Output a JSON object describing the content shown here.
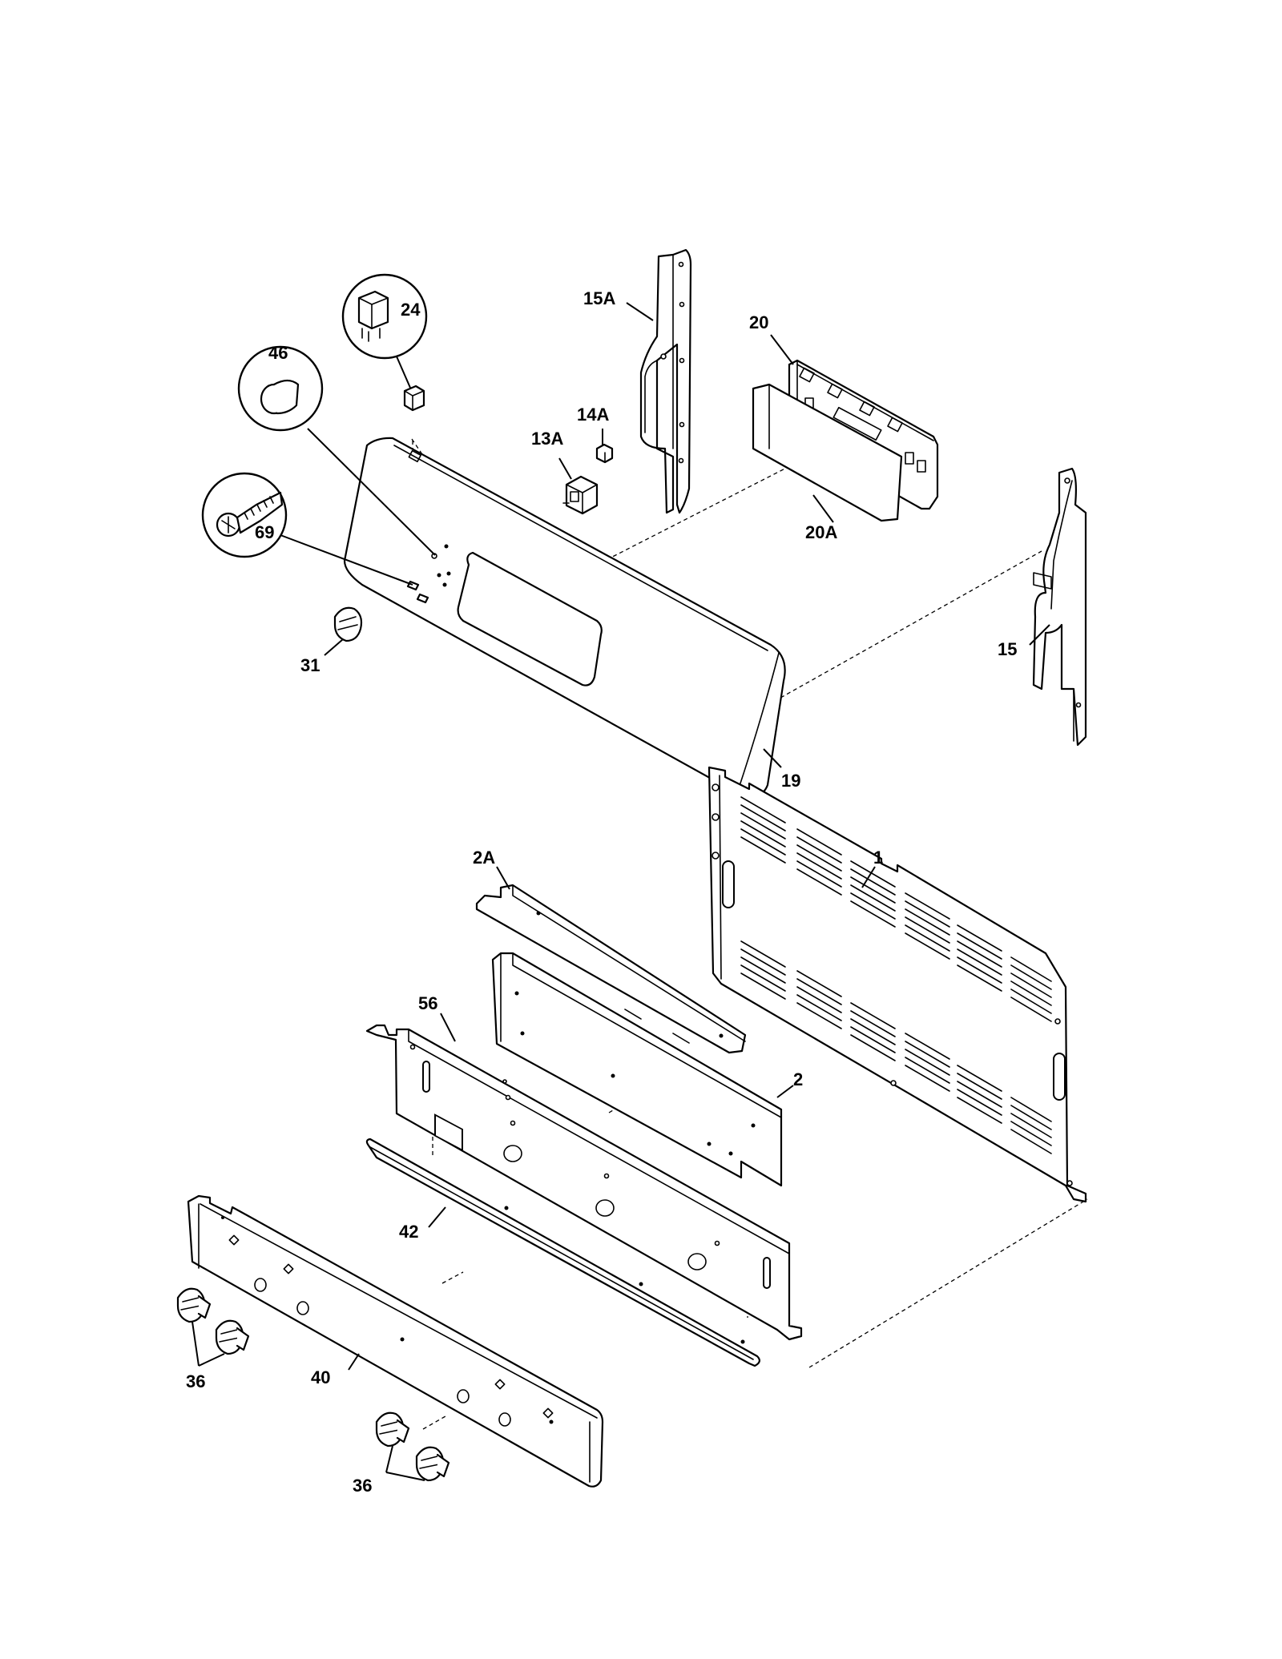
{
  "callouts": [
    "1",
    "2",
    "2A",
    "13A",
    "14A",
    "15",
    "15A",
    "19",
    "20",
    "20A",
    "24",
    "31",
    "36",
    "36",
    "40",
    "42",
    "46",
    "56",
    "69"
  ]
}
